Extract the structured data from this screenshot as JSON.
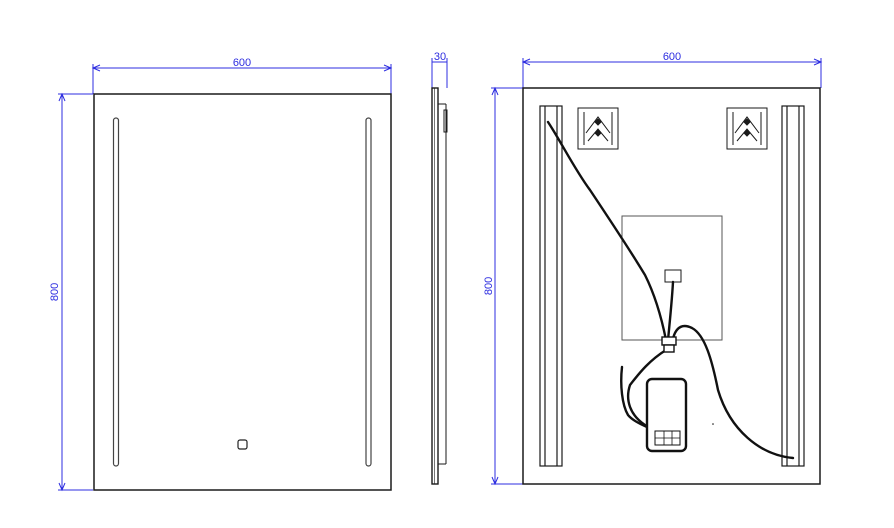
{
  "views": {
    "front": {
      "width_label": "600",
      "height_label": "800"
    },
    "side": {
      "depth_label": "30"
    },
    "back": {
      "width_label": "600",
      "height_label": "800"
    }
  },
  "colors": {
    "outline": "#1a1a1a",
    "dimension": "#2d2de0",
    "cable": "#111111"
  }
}
